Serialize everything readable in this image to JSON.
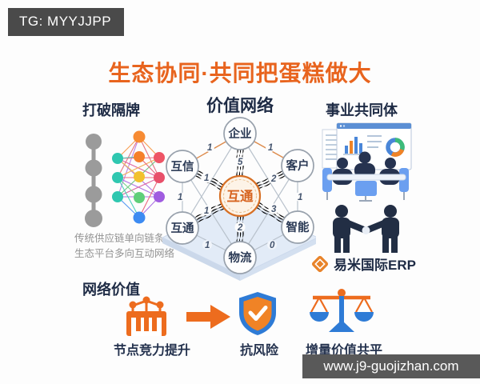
{
  "badge": {
    "label": "TG: MYYJJPP"
  },
  "title": {
    "text": "生态协同·共同把蛋糕做大"
  },
  "headings": {
    "left": "打破隔牌",
    "center": "价值网络",
    "right": "事业共同体",
    "bottom": "网络价值"
  },
  "left_panel": {
    "caption1": "传统供应链单向链条",
    "caption2": "生态平台多向互动网络"
  },
  "network": {
    "center": {
      "label": "互通"
    },
    "nodes": [
      {
        "id": "enterprise",
        "label": "企业"
      },
      {
        "id": "trust",
        "label": "互信"
      },
      {
        "id": "customer",
        "label": "客户"
      },
      {
        "id": "interlink",
        "label": "互通"
      },
      {
        "id": "intelligence",
        "label": "智能"
      },
      {
        "id": "logistics",
        "label": "物流"
      }
    ],
    "spokes": [
      {
        "to": "企业",
        "weight": "5",
        "color": "orange"
      },
      {
        "to": "互信",
        "weight": "1",
        "color": "orange"
      },
      {
        "to": "客户",
        "weight": "2",
        "color": "blue"
      },
      {
        "to": "互通",
        "weight": "1",
        "color": "orange"
      },
      {
        "to": "智能",
        "weight": "3",
        "color": "orange"
      },
      {
        "to": "物流",
        "weight": "2",
        "color": "blue"
      }
    ],
    "ring_edges": [
      {
        "between": "企业-互信",
        "weight": "1"
      },
      {
        "between": "企业-客户",
        "weight": "1"
      },
      {
        "between": "互信-互通",
        "weight": "1"
      },
      {
        "between": "客户-智能",
        "weight": "1"
      },
      {
        "between": "互通-物流",
        "weight": "1"
      },
      {
        "between": "物流-智能",
        "weight": "0"
      }
    ]
  },
  "right_panel": {
    "logo": "易米国际ERP"
  },
  "bottom_row": {
    "item1": "节点竞力提升",
    "item2": "抗风险",
    "item3": "增量价值共平"
  },
  "watermark": {
    "text": "www.j9-guojizhan.com"
  },
  "colors": {
    "accent_orange": "#e8641e",
    "spoke_orange": "#e0731f",
    "spoke_blue": "#3f8fd6",
    "navy": "#24324e",
    "node_border": "#98a1ac",
    "platform_blue": "#e2ebf7",
    "badge_bg": "#4a4a4a",
    "watermark_bg": "#595959"
  }
}
